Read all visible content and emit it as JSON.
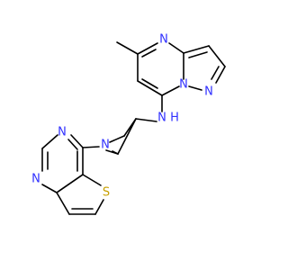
{
  "molecule": {
    "atoms": {
      "n_pyrimidine_top": "N",
      "n_bridge": "N",
      "n_pyrazole": "N",
      "nh_n": "N",
      "nh_h": "H",
      "n_azetidine": "N",
      "n_thieno_upper": "N",
      "n_thieno_lower": "N",
      "s_thiophene": "S"
    },
    "colors": {
      "nitrogen": "#3030ff",
      "sulfur": "#c8a000",
      "bond": "#000000",
      "background": "#ffffff"
    }
  }
}
